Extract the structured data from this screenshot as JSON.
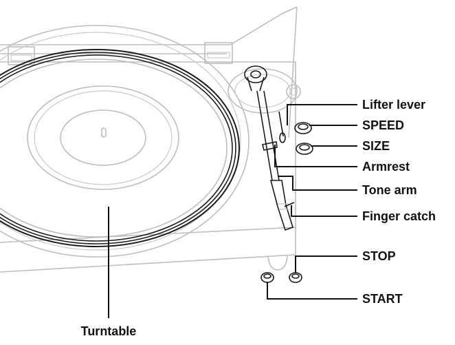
{
  "labels": {
    "lifter_lever": "Lifter lever",
    "speed": "SPEED",
    "size": "SIZE",
    "armrest": "Armrest",
    "tone_arm": "Tone arm",
    "finger_catch": "Finger catch",
    "stop": "STOP",
    "start": "START",
    "turntable": "Turntable"
  }
}
